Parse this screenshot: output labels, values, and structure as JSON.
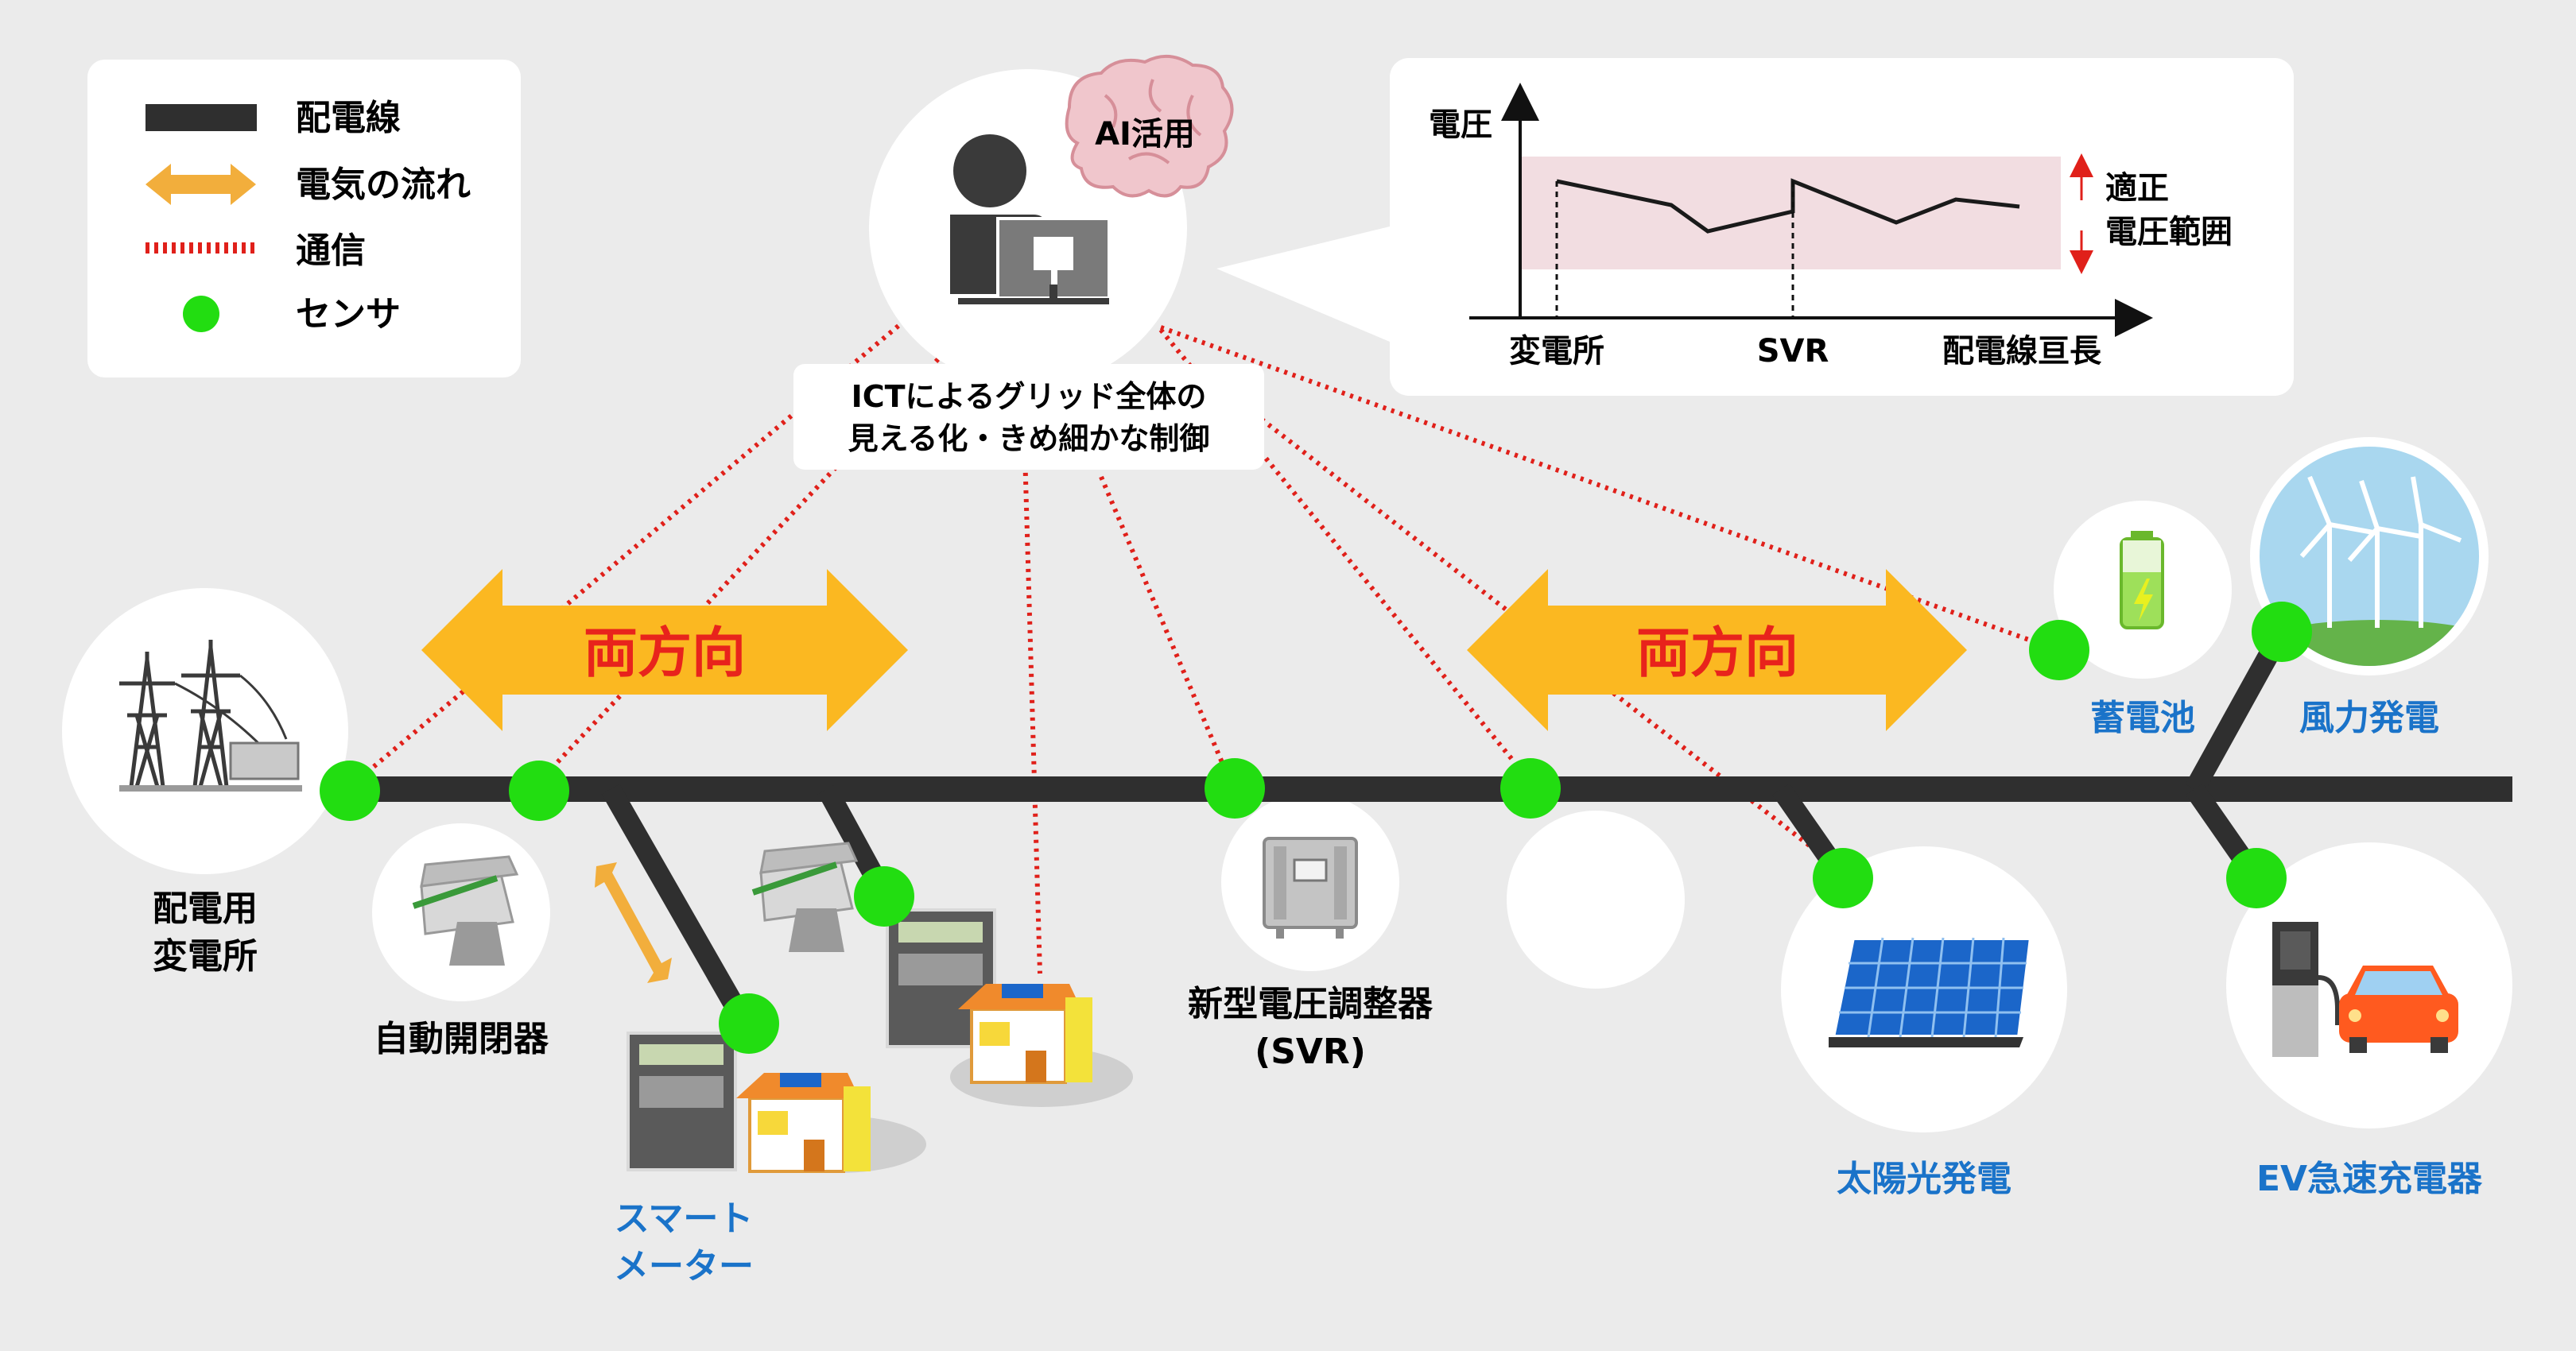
{
  "legend": {
    "items": [
      {
        "icon": "line-swatch",
        "label": "配電線"
      },
      {
        "icon": "double-arrow-swatch",
        "label": "電気の流れ"
      },
      {
        "icon": "dotted-line-swatch",
        "label": "通信"
      },
      {
        "icon": "green-dot-swatch",
        "label": "センサ"
      }
    ]
  },
  "ai": {
    "badge": "AI活用",
    "caption_line1": "ICTによるグリッド全体の",
    "caption_line2": "見える化・きめ細かな制御"
  },
  "voltage_chart": {
    "y_label": "電圧",
    "x_labels": [
      "変電所",
      "SVR",
      "配電線亘長"
    ],
    "range_label_line1": "適正",
    "range_label_line2": "電圧範囲"
  },
  "flow_label_left": "両方向",
  "flow_label_right": "両方向",
  "nodes": {
    "substation_line1": "配電用",
    "substation_line2": "変電所",
    "switch": "自動開閉器",
    "smart_meter_line1": "スマート",
    "smart_meter_line2": "メーター",
    "svr_line1": "新型電圧調整器",
    "svr_line2": "(SVR)",
    "battery": "蓄電池",
    "wind": "風力発電",
    "solar": "太陽光発電",
    "ev": "EV急速充電器"
  },
  "colors": {
    "line": "#2f2f2f",
    "arrow": "#fbb821",
    "arrow_text": "#e8231c",
    "comm": "#e0201a",
    "sensor": "#22dd11",
    "label_blue": "#1a73c9",
    "band": "#f2dde1"
  }
}
